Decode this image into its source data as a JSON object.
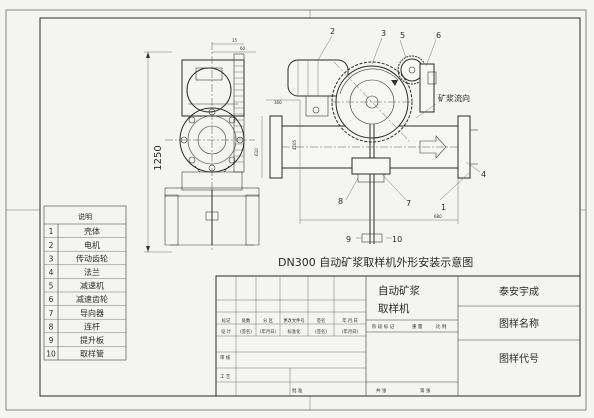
{
  "drawing": {
    "title": "DN300  自动矿浆取样机外形安装示意图",
    "flow_label": "矿浆流向",
    "dims": {
      "height_main": "1250",
      "top_15": "15",
      "top_60": "60",
      "side_160": "160",
      "side_4205": "4205",
      "side_610": "610",
      "bottom_680": "680"
    },
    "callouts": [
      "1",
      "2",
      "3",
      "4",
      "5",
      "6",
      "7",
      "8",
      "9",
      "10"
    ]
  },
  "parts": {
    "header": "说明",
    "rows": [
      {
        "no": "1",
        "name": "壳体"
      },
      {
        "no": "2",
        "name": "电机"
      },
      {
        "no": "3",
        "name": "传动齿轮"
      },
      {
        "no": "4",
        "name": "法兰"
      },
      {
        "no": "5",
        "name": "减速机"
      },
      {
        "no": "6",
        "name": "减速齿轮"
      },
      {
        "no": "7",
        "name": "导向器"
      },
      {
        "no": "8",
        "name": "连杆"
      },
      {
        "no": "9",
        "name": "提升板"
      },
      {
        "no": "10",
        "name": "取样管"
      }
    ]
  },
  "titleblock": {
    "product_name": "自动矿浆\n取样机",
    "company": "泰安宇成",
    "drawing_name_label": "图样名称",
    "drawing_code_label": "图样代号",
    "row1": [
      "标记",
      "处数",
      "分 区",
      "更改文件号",
      "签名",
      "年.月.日"
    ],
    "row2": [
      "设 计",
      "(签名)",
      "(年月日)",
      "标准化",
      "(签名)",
      "(年月日)"
    ],
    "stage_labels": [
      "阶 段 标 记",
      "重 量",
      "比 例"
    ],
    "row3": [
      "审 核"
    ],
    "row4": [
      "工 艺",
      "批 准"
    ],
    "sheet_labels": [
      "共 张",
      "第 张"
    ]
  }
}
